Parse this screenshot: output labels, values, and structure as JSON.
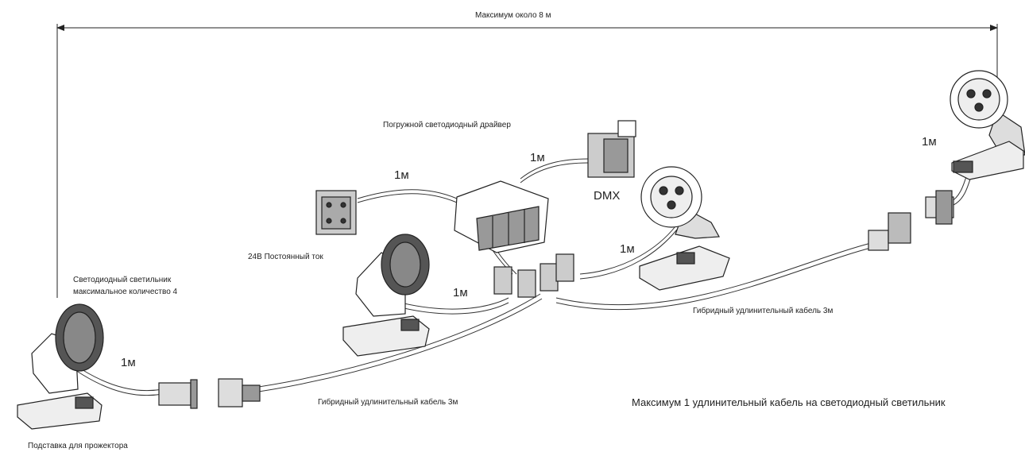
{
  "dimension": {
    "max_length": "Максимум около 8 м"
  },
  "components": {
    "driver": "Погружной светодиодный драйвер",
    "dmx": "DMX",
    "power": "24В Постоянный ток",
    "fixture": "Светодиодный светильник",
    "fixture_max": "максимальное количество 4",
    "stand": "Подставка для прожектора"
  },
  "cables": {
    "one_m": "1м",
    "hybrid_ext_right": "Гибридный удлинительный кабель 3м",
    "hybrid_ext_left": "Гибридный удлинительный кабель 3м"
  },
  "note": "Максимум 1 удлинительный кабель на светодиодный светильник"
}
